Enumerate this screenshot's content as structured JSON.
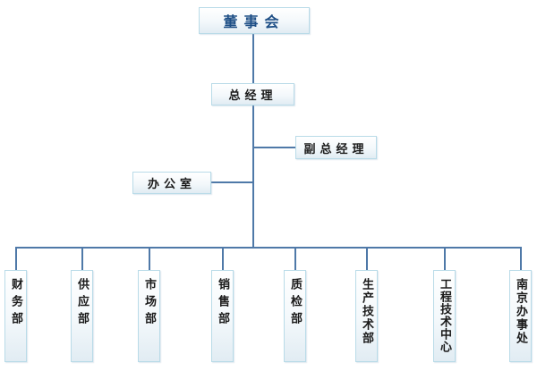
{
  "diagram": {
    "type": "org-chart",
    "line_color": "#4f79a8",
    "top_text_color": "#1e4f86",
    "board": "董事会",
    "general_manager": "总经理",
    "deputy_general_manager": "副总经理",
    "office": "办公室",
    "departments": [
      {
        "label": "财务部"
      },
      {
        "label": "供应部"
      },
      {
        "label": "市场部"
      },
      {
        "label": "销售部"
      },
      {
        "label": "质检部"
      },
      {
        "label": "生产技术部"
      },
      {
        "label": "工程技术中心"
      },
      {
        "label": "南京办事处"
      }
    ]
  }
}
